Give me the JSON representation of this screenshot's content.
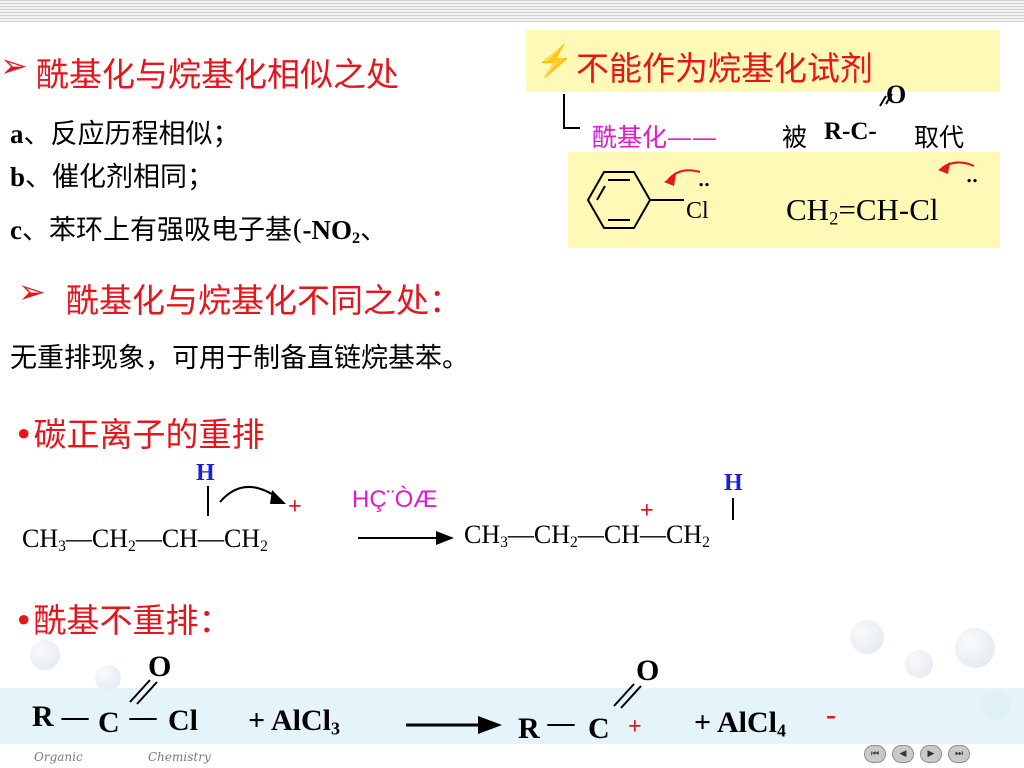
{
  "sim": {
    "title": "酰基化与烷基化相似之处",
    "a": "a、反应历程相似；",
    "b": "b、催化剂相同；",
    "c": "c、苯环上有强吸电子基(-NO₂、",
    "note_title": "不能作为烷基化试剂",
    "note_acyl": "酰基化——",
    "note_by": "被",
    "note_rc": "R-C-",
    "note_replace": "取代",
    "note_o": "O",
    "cl": "Cl",
    "vinyl": "CH₂=CH-Cl",
    "dots": "‥"
  },
  "diff": {
    "title": "酰基化与烷基化不同之处：",
    "text": "无重排现象，可用于制备直链烷基苯。"
  },
  "rearr": {
    "title": "•碳正离子的重排",
    "h": "H",
    "plus": "+",
    "garbled": "HÇ¨ÒÆ",
    "ch3": "CH₃",
    "ch2": "CH₂",
    "ch": "CH"
  },
  "acyl": {
    "title": "•酰基不重排：",
    "r": "R",
    "c": "C",
    "o": "O",
    "cl": "Cl",
    "alcl3": "+ AlCl₃",
    "alcl4": "+ AlCl₄",
    "minus": "-",
    "plus": "+"
  },
  "footer": {
    "left": "Organic",
    "right": "Chemistry"
  },
  "colors": {
    "accent_red": "#e8141b",
    "accent_blue": "#1a22d6",
    "accent_magenta": "#e21ad1",
    "note_bg": "#fff9b8"
  }
}
